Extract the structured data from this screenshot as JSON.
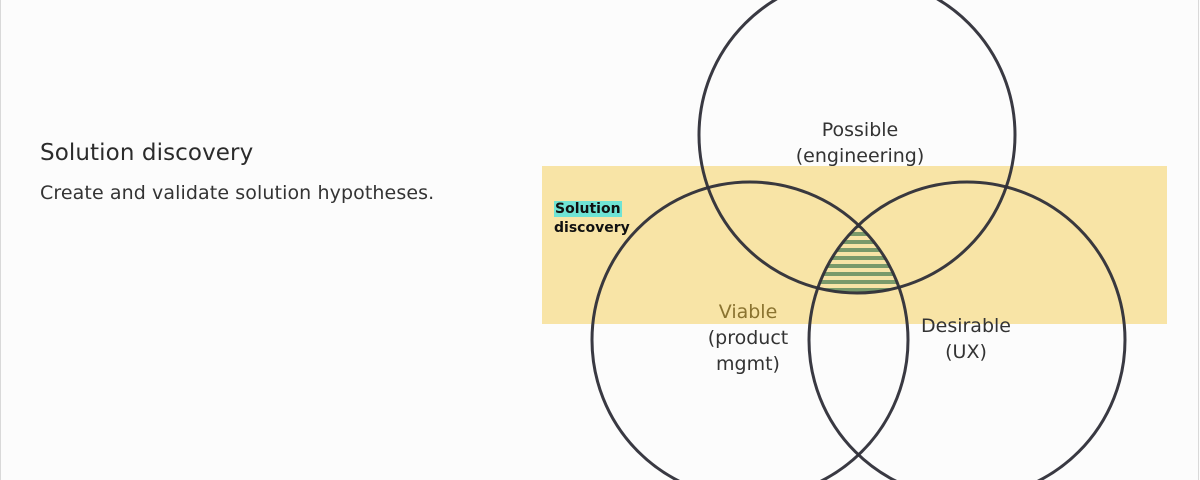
{
  "heading": "Solution discovery",
  "subheading": "Create and validate solution hypotheses.",
  "diagram": {
    "band_label_line1": "Solution",
    "band_label_line2": "discovery",
    "circles": {
      "possible": {
        "line1": "Possible",
        "line2": "(engineering)"
      },
      "viable": {
        "line1": "Viable",
        "line2": "(product",
        "line3": "mgmt)"
      },
      "desirable": {
        "line1": "Desirable",
        "line2": "(UX)"
      }
    },
    "colors": {
      "band": "#f8e4a6",
      "circle_stroke": "#2e2e38",
      "hatch": "#7a9a6a",
      "band_label_highlight": "#6fe3d4"
    }
  }
}
